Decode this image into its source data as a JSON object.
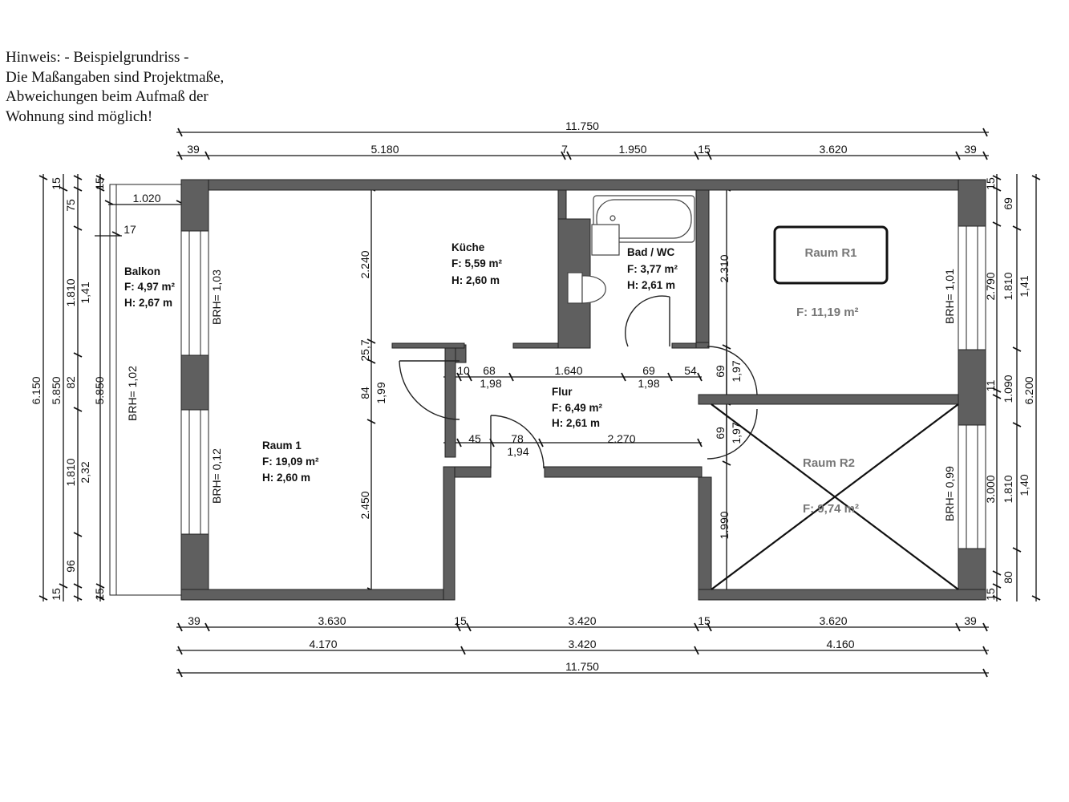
{
  "note": [
    "Hinweis: - Beispielgrundriss -",
    "Die Maßangaben sind Projektmaße,",
    "Abweichungen beim Aufmaß der",
    "Wohnung sind möglich!"
  ],
  "rooms": {
    "raum1": {
      "name": "Raum 1",
      "area": "F: 19,09 m²",
      "height": "H: 2,60 m"
    },
    "kueche": {
      "name": "Küche",
      "area": "F: 5,59 m²",
      "height": "H: 2,60 m"
    },
    "bad": {
      "name": "Bad / WC",
      "area": "F: 3,77 m²",
      "height": "H: 2,61 m"
    },
    "flur": {
      "name": "Flur",
      "area": "F: 6,49 m²",
      "height": "H: 2,61 m"
    },
    "balkon": {
      "name": "Balkon",
      "area": "F: 4,97 m²",
      "height": "H: 2,67 m"
    },
    "r1": {
      "name": "Raum R1",
      "area": "F: 11,19 m²"
    },
    "r2": {
      "name": "Raum R2",
      "area": "F: 9,74 m²"
    }
  },
  "brh": {
    "w1": "BRH= 1,03",
    "w2": "BRH= 0,12",
    "balkon": "BRH= 1,02",
    "r1": "BRH= 1,01",
    "r2": "BRH= 0,99"
  },
  "dims": {
    "top_total": "11.750",
    "top": [
      "39",
      "5.180",
      "7",
      "1.950",
      "15",
      "3.620",
      "39"
    ],
    "bottom1": [
      "39",
      "3.630",
      "15",
      "3.420",
      "15",
      "3.620",
      "39"
    ],
    "bottom2": [
      "4.170",
      "3.420",
      "4.160"
    ],
    "bottom_total": "11.750",
    "left_total": "6.150",
    "left_a": "5.850",
    "left_b": [
      "15",
      "75",
      "1.810",
      "82",
      "1.810",
      "96",
      "15"
    ],
    "left_c": [
      "1,41",
      "2,32"
    ],
    "left_d": [
      "15",
      "5.850",
      "15"
    ],
    "balkon": [
      "1.020",
      "17"
    ],
    "right_total": "6.200",
    "right_a": [
      "15",
      "69",
      "2.790",
      "11",
      "3.000",
      "80",
      "15"
    ],
    "right_b": [
      "1,41",
      "1.090",
      "1,40"
    ],
    "right_c": [
      "1.810",
      "1.810"
    ],
    "raum1_v": [
      "2.240",
      "25,7",
      "84",
      "1,99",
      "2.450"
    ],
    "flur_top": [
      "10",
      "68",
      "1.640",
      "69",
      "54"
    ],
    "flur_top2": [
      "1,98",
      "1,98"
    ],
    "flur_bot": [
      "45",
      "78",
      "2.270"
    ],
    "flur_bot2": [
      "1,94"
    ],
    "flur_right": [
      "69",
      "1,97",
      "69",
      "1,97"
    ],
    "rooms_v": [
      "2.310",
      "1.990"
    ]
  }
}
